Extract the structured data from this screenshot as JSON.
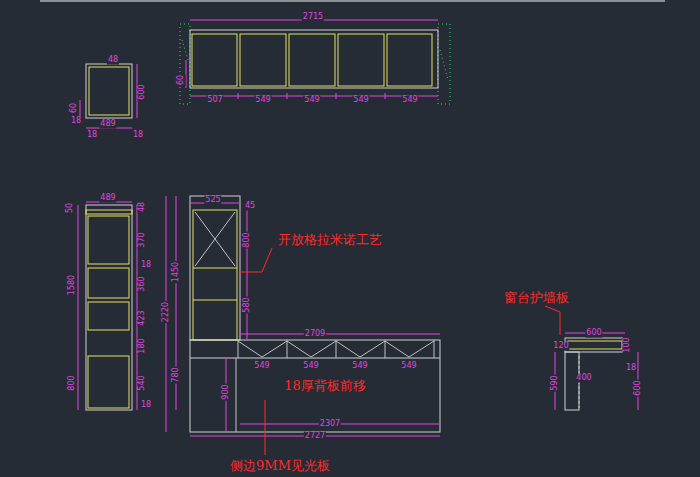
{
  "diagram": {
    "labels": [
      "2715",
      "507",
      "549",
      "549",
      "549",
      "549",
      "60",
      "48",
      "600",
      "60",
      "18",
      "489",
      "18",
      "18",
      "489",
      "50",
      "1580",
      "800",
      "48",
      "370",
      "18",
      "360",
      "423",
      "180",
      "540",
      "18",
      "525",
      "45",
      "800",
      "580",
      "1450",
      "2220",
      "780",
      "900",
      "2709",
      "549",
      "549",
      "549",
      "549",
      "2307",
      "2727",
      "开放格拉米诺工艺",
      "18厚背板前移",
      "侧边9MM见光板",
      "窗台护墙板",
      "600",
      "120",
      "100",
      "18",
      "590",
      "400",
      "600"
    ]
  }
}
